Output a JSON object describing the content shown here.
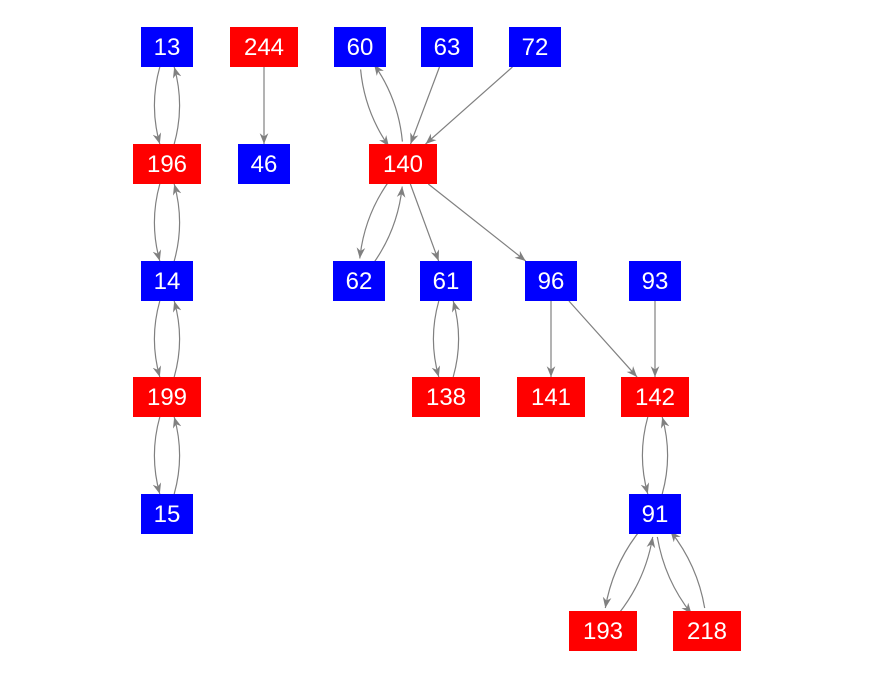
{
  "colors": {
    "blue": "#0000ff",
    "red": "#ff0000",
    "edge": "#808080"
  },
  "nodes": [
    {
      "id": "13",
      "color": "blue"
    },
    {
      "id": "244",
      "color": "red"
    },
    {
      "id": "60",
      "color": "blue"
    },
    {
      "id": "63",
      "color": "blue"
    },
    {
      "id": "72",
      "color": "blue"
    },
    {
      "id": "196",
      "color": "red"
    },
    {
      "id": "46",
      "color": "blue"
    },
    {
      "id": "140",
      "color": "red"
    },
    {
      "id": "14",
      "color": "blue"
    },
    {
      "id": "62",
      "color": "blue"
    },
    {
      "id": "61",
      "color": "blue"
    },
    {
      "id": "96",
      "color": "blue"
    },
    {
      "id": "93",
      "color": "blue"
    },
    {
      "id": "199",
      "color": "red"
    },
    {
      "id": "138",
      "color": "red"
    },
    {
      "id": "141",
      "color": "red"
    },
    {
      "id": "142",
      "color": "red"
    },
    {
      "id": "15",
      "color": "blue"
    },
    {
      "id": "91",
      "color": "blue"
    },
    {
      "id": "193",
      "color": "red"
    },
    {
      "id": "218",
      "color": "red"
    }
  ],
  "edges": [
    [
      "13",
      "196"
    ],
    [
      "196",
      "13"
    ],
    [
      "244",
      "46"
    ],
    [
      "60",
      "140"
    ],
    [
      "140",
      "60"
    ],
    [
      "63",
      "140"
    ],
    [
      "72",
      "140"
    ],
    [
      "196",
      "14"
    ],
    [
      "14",
      "196"
    ],
    [
      "140",
      "62"
    ],
    [
      "62",
      "140"
    ],
    [
      "140",
      "61"
    ],
    [
      "140",
      "96"
    ],
    [
      "14",
      "199"
    ],
    [
      "199",
      "14"
    ],
    [
      "61",
      "138"
    ],
    [
      "138",
      "61"
    ],
    [
      "96",
      "141"
    ],
    [
      "96",
      "142"
    ],
    [
      "93",
      "142"
    ],
    [
      "199",
      "15"
    ],
    [
      "15",
      "199"
    ],
    [
      "142",
      "91"
    ],
    [
      "91",
      "142"
    ],
    [
      "91",
      "193"
    ],
    [
      "193",
      "91"
    ],
    [
      "91",
      "218"
    ],
    [
      "218",
      "91"
    ]
  ]
}
